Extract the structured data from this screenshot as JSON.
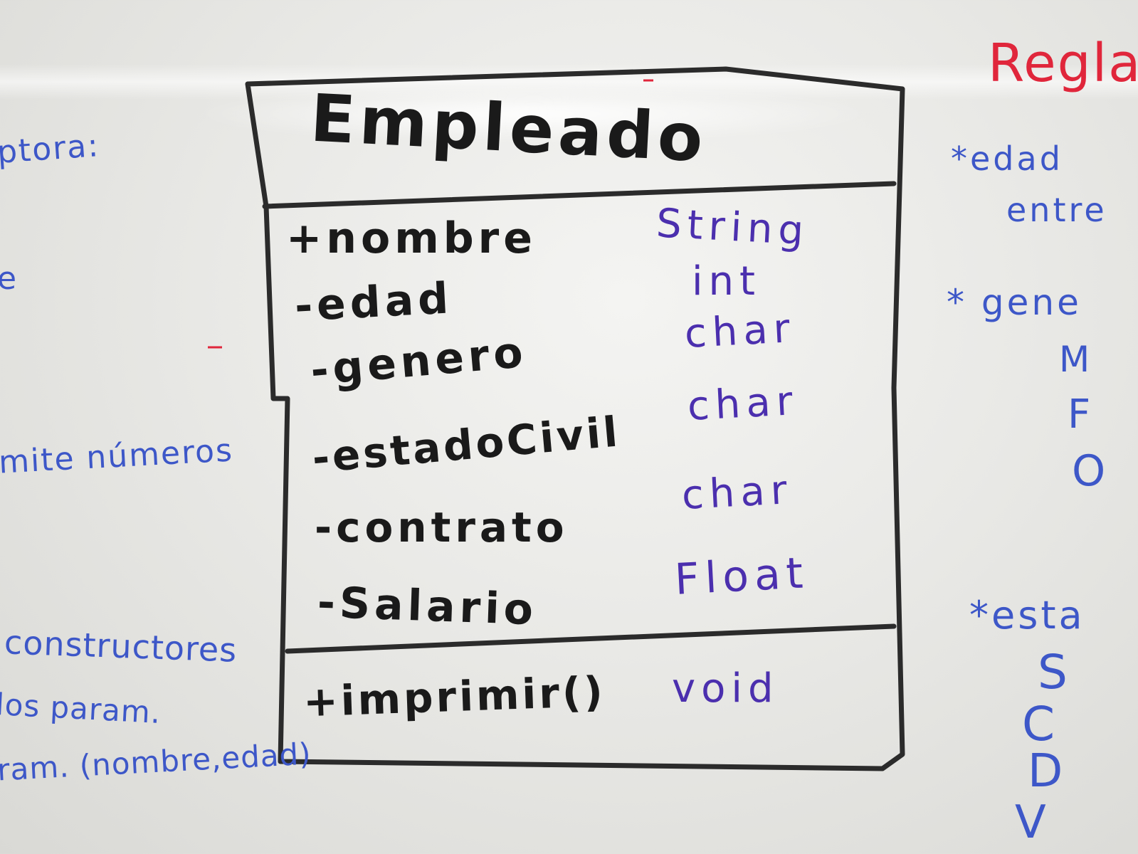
{
  "board": {
    "left_notes": [
      "ptora:",
      "e",
      "mite números",
      "constructores",
      "los param.",
      "ram. (nombre,edad)"
    ],
    "right_notes": {
      "title": "Regla",
      "rule1_line1": "*edad",
      "rule1_line2": "entre",
      "rule2": "* gene",
      "gender_options": [
        "M",
        "F",
        "O"
      ],
      "rule3": "*esta",
      "civil_options": [
        "S",
        "C",
        "D",
        "V"
      ]
    }
  },
  "uml": {
    "class_name": "Empleado",
    "attributes": [
      {
        "name": "+nombre",
        "type": "String"
      },
      {
        "name": "-edad",
        "type": "int"
      },
      {
        "name": "-genero",
        "type": "char"
      },
      {
        "name": "-estadoCivil",
        "type": "char"
      },
      {
        "name": "-contrato",
        "type": "char"
      },
      {
        "name": "-Salario",
        "type": "Float"
      }
    ],
    "methods": [
      {
        "name": "+imprimir()",
        "type": "void"
      }
    ]
  },
  "colors": {
    "board": "#ececea",
    "marker_black": "#1a1a1a",
    "marker_purple": "#4b2fae",
    "marker_blue": "#3d57c8",
    "marker_red": "#e0263b"
  }
}
